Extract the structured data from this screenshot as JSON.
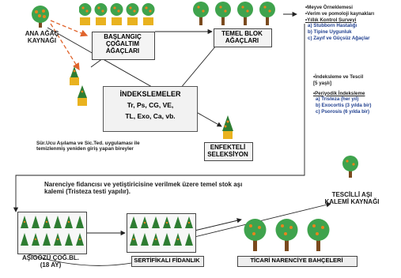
{
  "nodes": {
    "ana_agac": "ANA AĞAÇ\nKAYNAĞI",
    "baslangic": "BAŞLANGIÇ\nÇOĞALTIM\nAĞAÇLARI",
    "temel_blok": "TEMEL BLOK\nAĞAÇLARI",
    "enfekteli": "ENFEKTELİ\nSELEKSİYON",
    "tescilli": "TESCİLLİ AŞI\nKALEMİ KAYNAĞI",
    "asigozu": "AŞIGÖZÜ ÇOĞ.BL.\n(18 AY)",
    "sertifikali": "SERTİFİKALI FİDANLIK",
    "ticari": "TİCARİ NARENCİYE BAHÇELERİ"
  },
  "indeks": {
    "title": "İNDEKSLEMELER",
    "line1": "Tr, Ps, CG, VE,",
    "line2": "TL, Exo, Ca, vb."
  },
  "note_sur": "Sür.Ucu Aşılama ve Sic.Ted. uygulaması ile\ntemizlenmiş yeniden giriş yapan bireyler",
  "note_narenciye": "Narenciye fidancısı ve yetiştiricisine verilmek üzere temel stok aşı\nkalemi (Tristeza testi yapılır).",
  "side_top": {
    "l1": "•Meyve Örneklemesi",
    "l2": "•Verim ve pomoloji kaynakları",
    "l3": "•Yıllık Kontrol Surveyi",
    "a": "a) Stubborn Hastalığı",
    "b": "b) Tipine Uygunluk",
    "c": "c) Zayıf ve Güçsüz Ağaçlar"
  },
  "side_bottom": {
    "l1": "•İndeksleme ve Tescil",
    "l2": "[5 yaşlı]",
    "l3": "•Periyodik İndeksleme",
    "a": "a) Tristeza (her yıl)",
    "b": "b) Exocortis (3 yılda bir)",
    "c": "c) Psorosis (6 yılda bir)"
  },
  "colors": {
    "foliage": "#3fa34d",
    "fruit": "#e8841c",
    "pot": "#e9b21f",
    "trunk": "#7a4a1e",
    "arrow_dashed": "#e0632b"
  }
}
